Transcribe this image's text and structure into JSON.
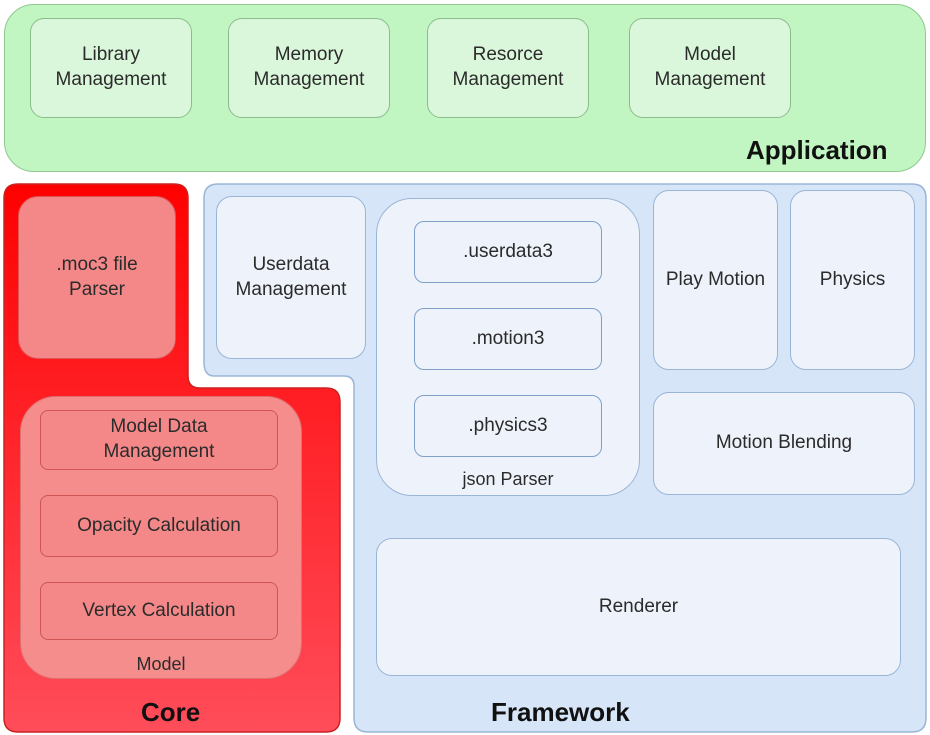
{
  "application": {
    "title": "Application",
    "boxes": [
      "Library\nManagement",
      "Memory\nManagement",
      "Resorce\nManagement",
      "Model\nManagement"
    ]
  },
  "framework": {
    "title": "Framework",
    "userdata_management": "Userdata\nManagement",
    "json_parser": {
      "label": "json Parser",
      "items": [
        ".userdata3",
        ".motion3",
        ".physics3"
      ]
    },
    "play_motion": "Play Motion",
    "physics": "Physics",
    "motion_blending": "Motion Blending",
    "renderer": "Renderer"
  },
  "core": {
    "title": "Core",
    "moc3_parser": ".moc3 file\nParser",
    "model": {
      "label": "Model",
      "items": [
        "Model Data\nManagement",
        "Opacity Calculation",
        "Vertex Calculation"
      ]
    }
  },
  "colors": {
    "application_fill": "#c1f5c1",
    "framework_fill": "#d6e5f8",
    "core_fill_top": "#ff0000",
    "core_fill_bottom": "#ff4d5a"
  }
}
